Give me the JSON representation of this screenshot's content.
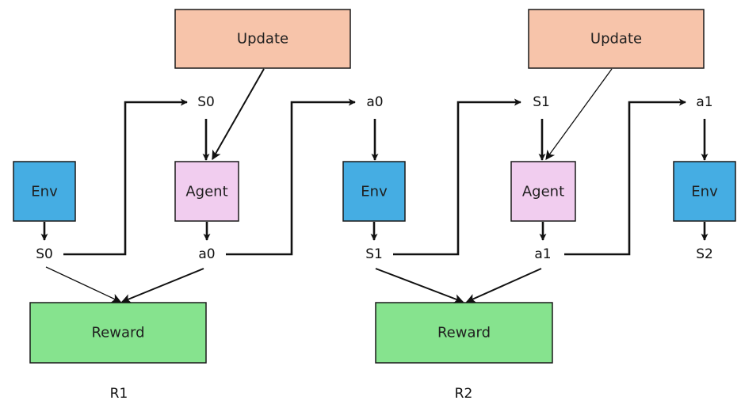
{
  "boxes": {
    "env_1": "Env",
    "agent_1": "Agent",
    "env_2": "Env",
    "agent_2": "Agent",
    "env_3": "Env",
    "update_1": "Update",
    "update_2": "Update",
    "reward_1": "Reward",
    "reward_2": "Reward"
  },
  "nodes": {
    "s0_top": "S0",
    "a0_top": "a0",
    "s1_top": "S1",
    "a1_top": "a1",
    "s0_bottom": "S0",
    "a0_bottom": "a0",
    "s1_bottom": "S1",
    "a1_bottom": "a1",
    "s2_bottom": "S2"
  },
  "rewards": {
    "r1": "R1",
    "r2": "R2"
  },
  "colors": {
    "env": "#45ade3",
    "agent": "#f1cdef",
    "update": "#f7c4aa",
    "reward": "#86e38e"
  }
}
